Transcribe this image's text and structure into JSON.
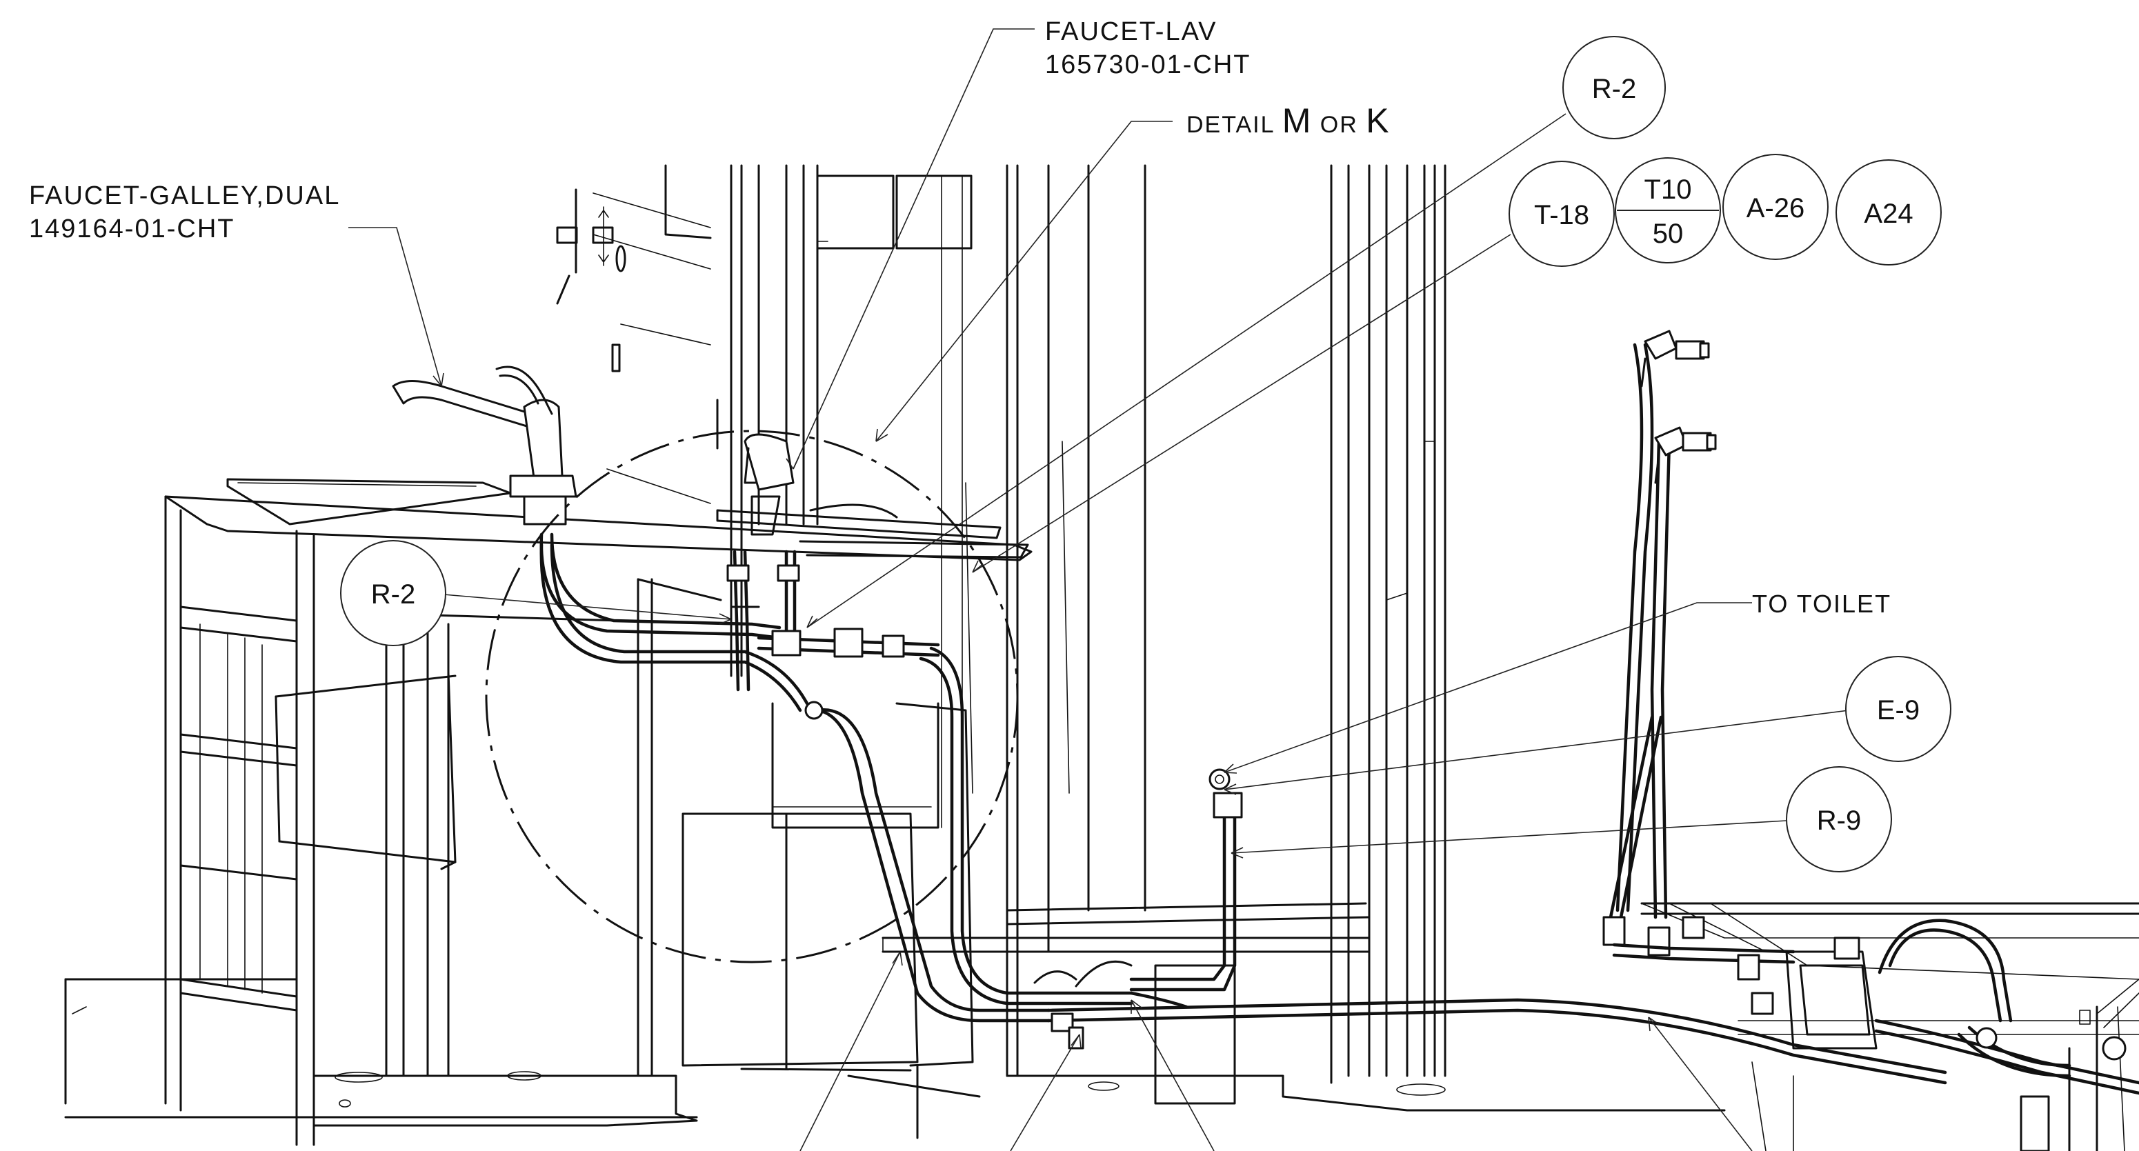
{
  "callouts": {
    "faucet_lav_title": "FAUCET-LAV",
    "faucet_lav_part": "165730-01-CHT",
    "detail_prefix": "DETAIL ",
    "detail_m": "M",
    "detail_or": " OR ",
    "detail_k": "K",
    "faucet_galley_title": "FAUCET-GALLEY,DUAL",
    "faucet_galley_part": "149164-01-CHT",
    "to_toilet": "TO TOILET"
  },
  "bubbles": {
    "r2_top": "R-2",
    "t18": "T-18",
    "t10_top": "T10",
    "t10_bottom": "50",
    "a26": "A-26",
    "a24": "A24",
    "r2_left": "R-2",
    "e9": "E-9",
    "r9": "R-9"
  },
  "colors": {
    "line": "#111111",
    "background": "#ffffff"
  }
}
